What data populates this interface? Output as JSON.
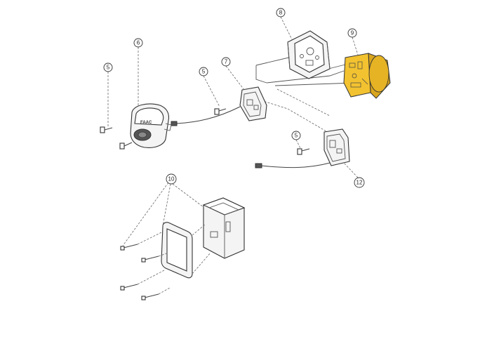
{
  "callouts": {
    "c5a": "5",
    "c6": "6",
    "c5b": "5",
    "c7": "7",
    "c8": "8",
    "c9": "9",
    "c5c": "5",
    "c12": "12",
    "c10": "10"
  },
  "part6_brand": "FAAC",
  "colors": {
    "highlight": "#f2c230",
    "highlight_dark": "#d9a51c",
    "line": "#333333"
  }
}
